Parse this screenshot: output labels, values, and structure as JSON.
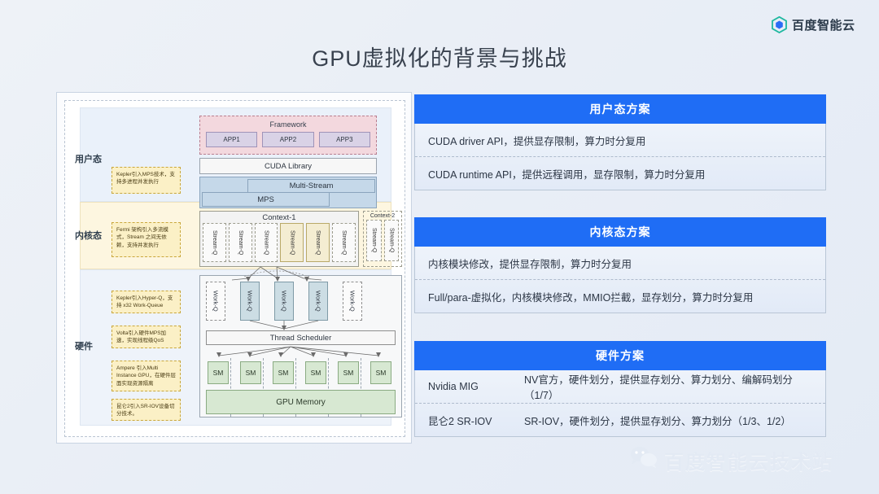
{
  "header": {
    "logo_text": "百度智能云",
    "logo_icon": "hexagon-logo-icon",
    "title": "GPU虚拟化的背景与挑战"
  },
  "diagram": {
    "layers": [
      {
        "label": "用户态"
      },
      {
        "label": "内核态"
      },
      {
        "label": "硬件"
      }
    ],
    "annotations": [
      {
        "text": "Kepler引入MPS技术，支持多进程并发执行"
      },
      {
        "text": "Fermi 架构引入多流模式，Stream 之间无依赖，支持并发执行"
      },
      {
        "text": "Kepler引入Hyper-Q，支持 x32 Work-Queue"
      },
      {
        "text": "Volta引入硬件MPS加速，实现线程级QoS"
      },
      {
        "text": "Ampere 引入Multi Instance GPU，在硬件层面实现资源隔离"
      },
      {
        "text": "昆仑2引入SR-IOV设备切分技术。"
      }
    ],
    "framework": {
      "title": "Framework",
      "apps": [
        "APP1",
        "APP2",
        "APP3"
      ]
    },
    "cuda_library": "CUDA Library",
    "multi_stream": "Multi-Stream",
    "mps": "MPS",
    "context1": {
      "title": "Context-1",
      "queue_label": "Stream-Q",
      "queue_count": 6,
      "highlighted": [
        3,
        4
      ]
    },
    "context2": {
      "title": "Context-2",
      "queue_label": "Stream-Q",
      "queue_count": 2
    },
    "work_queues": {
      "label": "Work-Q",
      "count": 5,
      "highlighted": [
        1,
        2,
        3
      ]
    },
    "thread_scheduler": "Thread Scheduler",
    "sm": {
      "label": "SM",
      "count": 6
    },
    "gpu_memory": "GPU Memory"
  },
  "panels": [
    {
      "title": "用户态方案",
      "rows": [
        {
          "key": "",
          "value": "CUDA driver API，提供显存限制，算力时分复用"
        },
        {
          "key": "",
          "value": "CUDA runtime API，提供远程调用，显存限制，算力时分复用"
        }
      ]
    },
    {
      "title": "内核态方案",
      "rows": [
        {
          "key": "",
          "value": "内核模块修改，提供显存限制，算力时分复用"
        },
        {
          "key": "",
          "value": "Full/para-虚拟化，内核模块修改，MMIO拦截，显存划分，算力时分复用"
        }
      ]
    },
    {
      "title": "硬件方案",
      "rows": [
        {
          "key": "Nvidia MIG",
          "value": "NV官方，硬件划分，提供显存划分、算力划分、编解码划分（1/7）"
        },
        {
          "key": "昆仑2 SR-IOV",
          "value": "SR-IOV，硬件划分，提供显存划分、算力划分（1/3、1/2）"
        }
      ]
    }
  ],
  "watermark": {
    "icon": "wechat-icon",
    "text": "百度智能云技术站"
  },
  "colors": {
    "accent": "#1f6df5",
    "framework": "#f3d8de",
    "app": "#d9d2e6",
    "stream": "#c5d8e9",
    "memory": "#d7e8d2",
    "annotation": "#fbf0c6"
  }
}
